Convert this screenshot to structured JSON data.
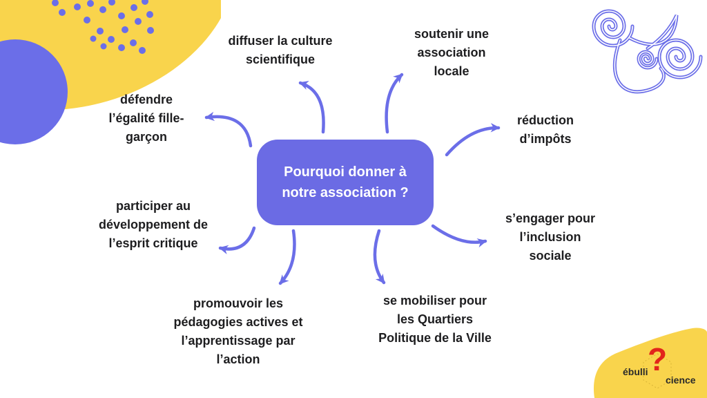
{
  "center": {
    "label": "Pourquoi donner à\nnotre association ?"
  },
  "nodes": [
    {
      "id": "diffuser-culture",
      "label": "diffuser la culture\nscientifique"
    },
    {
      "id": "soutenir-association",
      "label": "soutenir une\nassociation\nlocale"
    },
    {
      "id": "reduction-impots",
      "label": "réduction\nd’impôts"
    },
    {
      "id": "engager-inclusion",
      "label": "s’engager pour\nl’inclusion\nsociale"
    },
    {
      "id": "mobiliser-quartiers",
      "label": "se mobiliser pour\nles Quartiers\nPolitique de la Ville"
    },
    {
      "id": "promouvoir-pedagogies",
      "label": "promouvoir les\npédagogies actives et\nl’apprentissage par\nl’action"
    },
    {
      "id": "participer-esprit-critique",
      "label": "participer au\ndéveloppement de\nl’esprit critique"
    },
    {
      "id": "defendre-egalite",
      "label": "défendre\nl’égalité fille-\ngarçon"
    }
  ],
  "logo": {
    "text_left": "ébulli",
    "mark": "?",
    "text_right": "cience"
  },
  "colors": {
    "accent": "#6B6EE8",
    "box": "#6B6BE4",
    "yellow": "#F9D44C",
    "text": "#1D1D1F",
    "logo_red": "#E2251B"
  }
}
